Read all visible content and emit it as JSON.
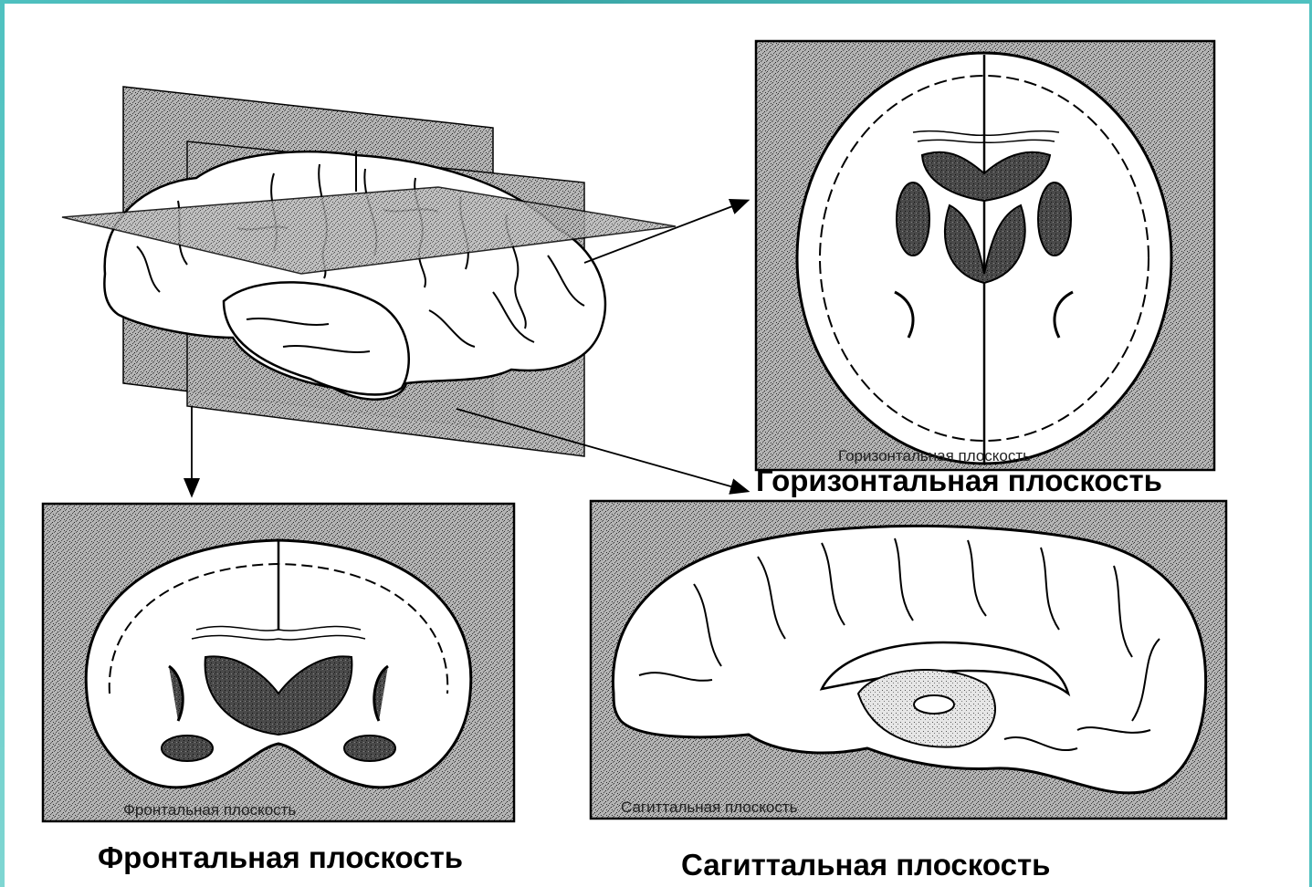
{
  "captions": {
    "frontal": "Фронтальная плоскость",
    "sagittal": "Сагиттальная плоскость",
    "horizontal": "Горизонтальная плоскость"
  },
  "panel_labels": {
    "frontal": "Фронтальная плоскость",
    "sagittal": "Сагиттальная плоскость",
    "horizontal": "Горизонтальная плоскость"
  },
  "colors": {
    "frame_accent": "#4fc1c0",
    "stipple_bg": "#9a9a9a",
    "outline": "#000000"
  }
}
